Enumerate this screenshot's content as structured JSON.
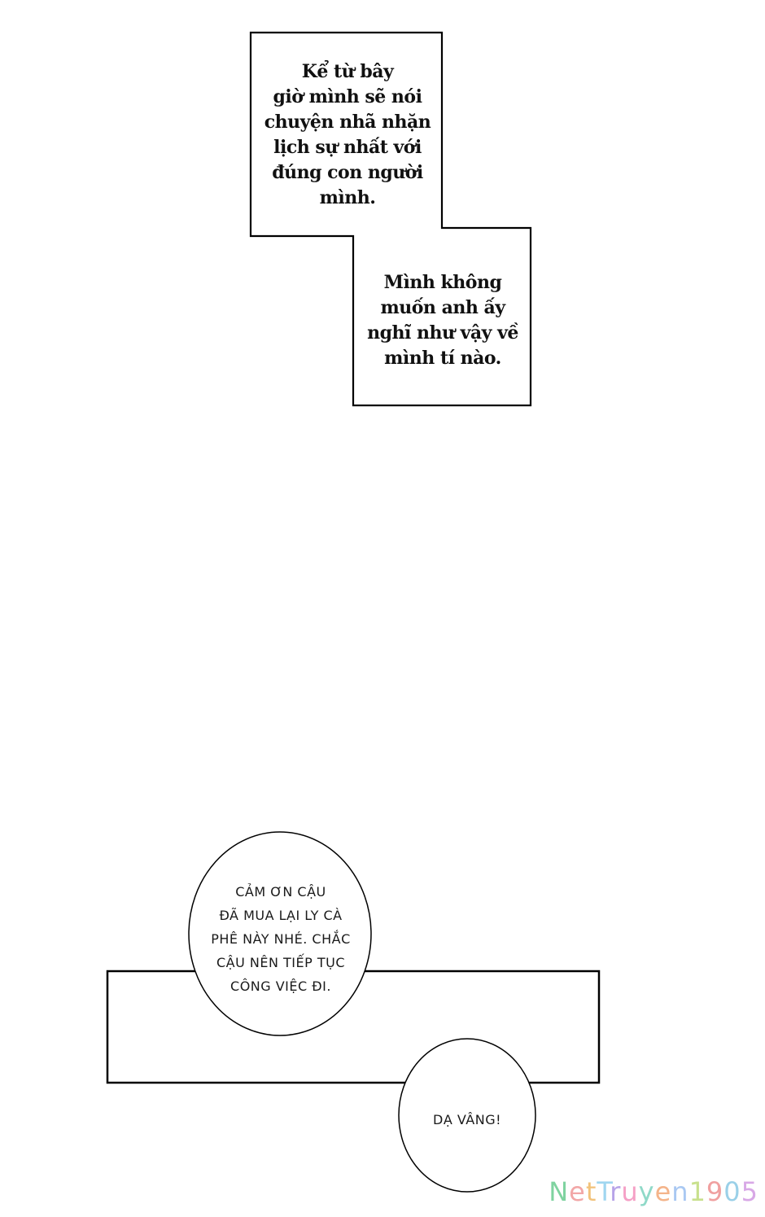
{
  "caption_box_1": {
    "lines": [
      "Kể từ bây",
      "giờ mình sẽ nói",
      "chuyện nhã nhặn",
      "lịch sự nhất với",
      "đúng con người",
      "mình."
    ]
  },
  "caption_box_2": {
    "lines": [
      "Mình không",
      "muốn anh ấy",
      "nghĩ như vậy về",
      "mình tí nào."
    ]
  },
  "speech_bubble_1": {
    "lines": [
      "CẢM ƠN CẬU",
      "ĐÃ MUA LẠI LY CÀ",
      "PHÊ NÀY NHÉ. CHẮC",
      "CẬU NÊN TIẾP TỤC",
      "CÔNG VIỆC ĐI."
    ]
  },
  "speech_bubble_2": {
    "lines": [
      "DẠ VÂNG!"
    ]
  },
  "watermark": {
    "text": "NetTruyen1905",
    "colors": [
      "#7fd3a0",
      "#f2a7a7",
      "#f2c27a",
      "#9fd6f0",
      "#b7a3e8",
      "#f5a0c6",
      "#8fd9c8",
      "#f4b48a",
      "#a9c8f2",
      "#c8e08c",
      "#f0a0a0",
      "#9ad0e8",
      "#d8a8e6"
    ]
  },
  "colors": {
    "stroke": "#000000",
    "background": "#ffffff"
  }
}
